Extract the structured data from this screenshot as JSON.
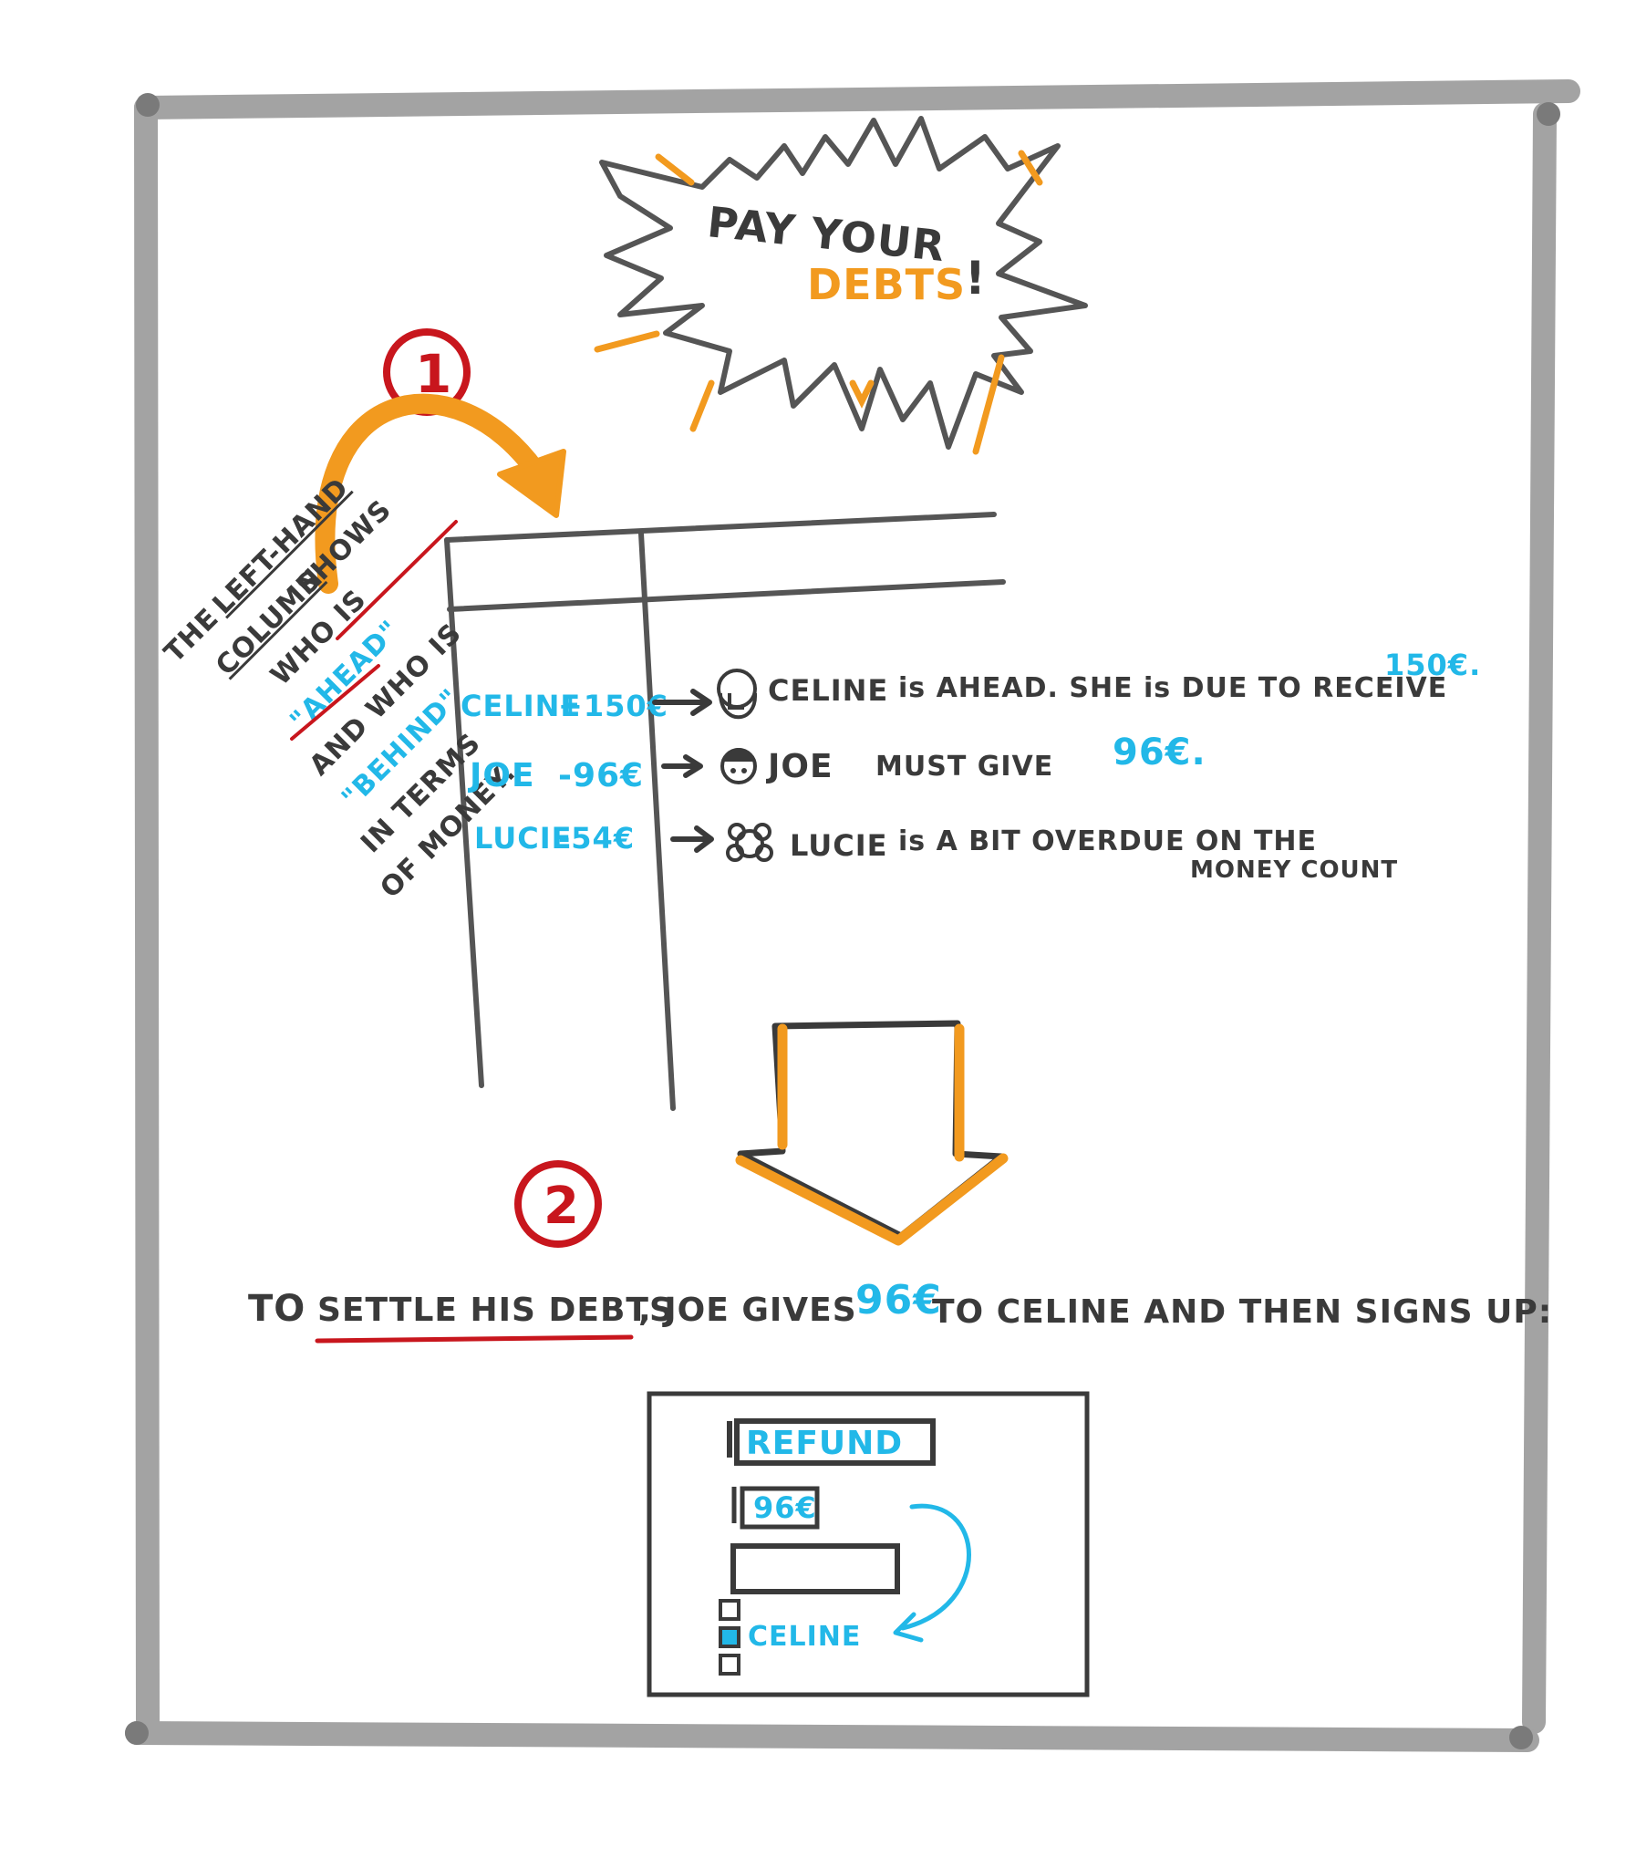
{
  "colors": {
    "frame": "#a3a3a3",
    "ink": "#3a3a3a",
    "orange": "#f29a1f",
    "blue": "#22b8e8",
    "red": "#c8161d"
  },
  "title": {
    "line1": "PAY YOUR",
    "line2": "DEBTS",
    "exclaim": "!"
  },
  "step1": {
    "number": "1"
  },
  "step2": {
    "number": "2"
  },
  "left_note": {
    "l1": "THE",
    "l2": "LEFT-HAND",
    "l3": "COLUMN",
    "l4": "SHOWS",
    "l5": "WHO IS",
    "l6": "\"AHEAD\"",
    "l7": "AND WHO IS",
    "l8": "\"BEHIND\"",
    "l9": "IN TERMS",
    "l10": "OF MONEY."
  },
  "balances": [
    {
      "name": "CELINE",
      "amount": "+150€"
    },
    {
      "name": "JOE",
      "amount": "-96€"
    },
    {
      "name": "LUCIE",
      "amount": "-54€"
    }
  ],
  "explanations": [
    {
      "name": "CELINE",
      "pre": "is AHEAD. SHE is DUE TO RECEIVE",
      "amount": "150€.",
      "icon": "female-avatar-icon"
    },
    {
      "name": "JOE",
      "pre": "MUST GIVE",
      "amount": "96€.",
      "icon": "male-avatar-icon"
    },
    {
      "name": "LUCIE",
      "pre": "is A BIT OVERDUE ON THE",
      "line2": "MONEY COUNT",
      "icon": "curly-hair-avatar-icon"
    }
  ],
  "settle_sentence": {
    "p1": "TO",
    "p2": "SETTLE HIS DEBTS",
    "p3": ", JOE GIVES",
    "amount": "96€",
    "p4": "TO CELINE AND THEN SIGNS UP:"
  },
  "form": {
    "type_value": "REFUND",
    "amount_value": "96€",
    "description_value": "",
    "checkbox_label": "CELINE",
    "checkbox_checked_index": 1
  }
}
